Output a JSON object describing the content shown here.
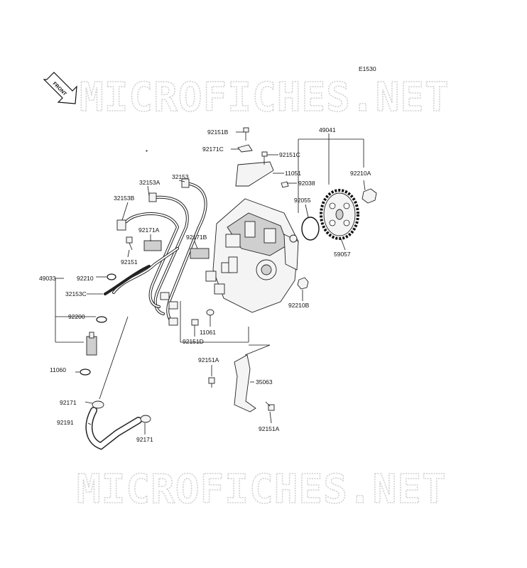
{
  "diagram": {
    "code": "E1530",
    "front_label": "FRONT",
    "watermark": "MICROFICHES.NET",
    "labels": {
      "p49041": "49041",
      "p92151b": "92151B",
      "p92171c": "92171C",
      "p92151c": "92151C",
      "p11051": "11051",
      "p92038": "92038",
      "p92210a": "92210A",
      "p32153": "32153",
      "p32153a": "32153A",
      "p32153b": "32153B",
      "p92055": "92055",
      "p92171a": "92171A",
      "p92171b": "92171B",
      "p92151": "92151",
      "p59057": "59057",
      "p49033": "49033",
      "p92210": "92210",
      "p32153c": "32153C",
      "p92210b": "92210B",
      "p92200": "92200",
      "p11061": "11061",
      "p92151d": "92151D",
      "p92151a_top": "92151A",
      "p11060": "11060",
      "p35063": "35063",
      "p92171_left": "92171",
      "p92191": "92191",
      "p92151a_bottom": "92151A",
      "p92171_bottom": "92171"
    }
  }
}
